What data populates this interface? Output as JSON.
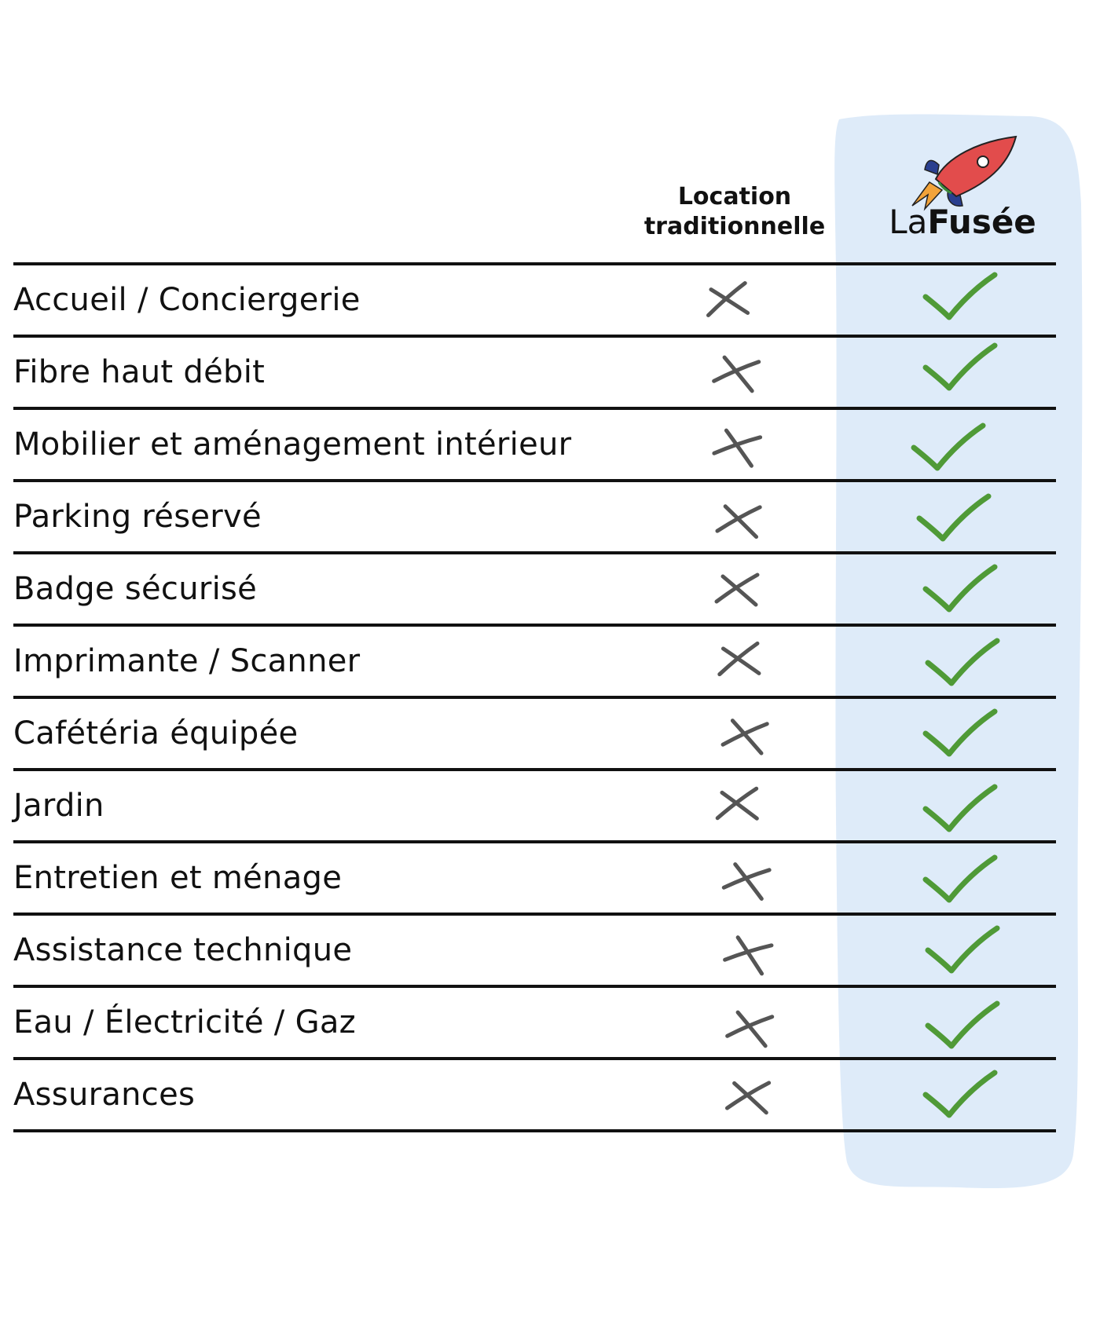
{
  "columns": {
    "traditional": [
      "Location",
      "traditionnelle"
    ],
    "brand": {
      "prefix": "La",
      "name": "Fusée"
    }
  },
  "rows": [
    {
      "label": "Accueil / Conciergerie"
    },
    {
      "label": "Fibre haut débit"
    },
    {
      "label": "Mobilier et aménagement intérieur"
    },
    {
      "label": "Parking réservé"
    },
    {
      "label": "Badge sécurisé"
    },
    {
      "label": "Imprimante / Scanner"
    },
    {
      "label": "Cafétéria équipée"
    },
    {
      "label": "Jardin"
    },
    {
      "label": "Entretien et ménage"
    },
    {
      "label": "Assistance technique"
    },
    {
      "label": "Eau / Électricité / Gaz"
    },
    {
      "label": "Assurances"
    }
  ],
  "icons": {
    "traditional_mark": "cross-icon",
    "brand_mark": "checkmark-icon",
    "logo": "rocket-icon"
  },
  "colors": {
    "highlight": "#deebf9",
    "check": "#4f9a37",
    "cross": "#555555",
    "rule": "#111111"
  }
}
